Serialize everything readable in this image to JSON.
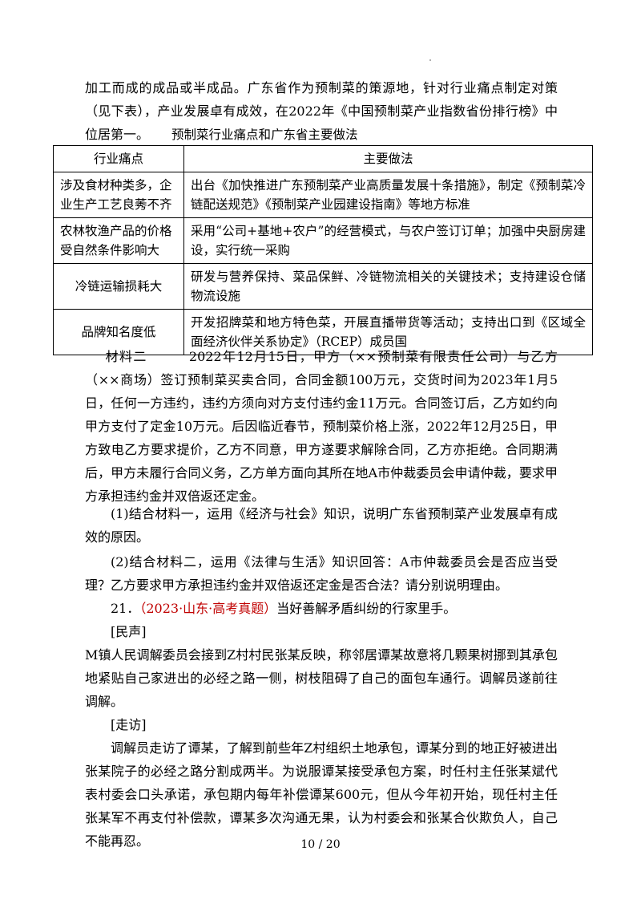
{
  "intro": {
    "text": "加工而成的成品或半成品。广东省作为预制菜的策源地，针对行业痛点制定对策（见下表），产业发展卓有成效，在2022年《中国预制菜产业指数省份排行榜》中位居第一。"
  },
  "table": {
    "caption": "预制菜行业痛点和广东省主要做法",
    "headers": [
      "行业痛点",
      "主要做法"
    ],
    "rows": [
      {
        "issue": "涉及食材种类多，企业生产工艺良莠不齐",
        "practice": "出台《加快推进广东预制菜产业高质量发展十条措施》，制定《预制菜冷链配送规范》《预制菜产业园建设指南》等地方标准"
      },
      {
        "issue": "农林牧渔产品的价格受自然条件影响大",
        "practice": "采用“公司+基地+农户”的经营模式，与农户签订订单；加强中央厨房建设，实行统一采购"
      },
      {
        "issue": "冷链运输损耗大",
        "practice": "研发与营养保持、菜品保鲜、冷链物流相关的关键技术；支持建设仓储物流设施"
      },
      {
        "issue": "品牌知名度低",
        "practice": "开发招牌菜和地方特色菜，开展直播带货等活动；支持出口到《区域全面经济伙伴关系协定》（RCEP）成员国"
      }
    ]
  },
  "material2": {
    "text": "材料二　　　2022年12月15日，甲方（××预制菜有限责任公司）与乙方（××商场）签订预制菜买卖合同，合同金额100万元，交货时间为2023年1月5日，任何一方违约，违约方须向对方支付违约金11万元。合同签订后，乙方如约向甲方支付了定金10万元。后因临近春节，预制菜价格上涨，2022年12月25日，甲方致电乙方要求提价，乙方不同意，甲方遂要求解除合同，乙方亦拒绝。合同期满后，甲方未履行合同义务，乙方单方面向其所在地A市仲裁委员会申请仲裁，要求甲方承担违约金并双倍返还定金。"
  },
  "questions": {
    "q1": "(1)结合材料一，运用《经济与社会》知识，说明广东省预制菜产业发展卓有成效的原因。",
    "q2": "(2)结合材料二，运用《法律与生活》知识回答：A市仲裁委员会是否应当受理？乙方要求甲方承担违约金并双倍返还定金是否合法？请分别说明理由。"
  },
  "q21": {
    "number": "21．",
    "source": "（2023·山东·高考真题）",
    "text": "当好善解矛盾纠纷的行家里手。",
    "source_color": "#c00000"
  },
  "minsheng": {
    "heading": "[民声]",
    "text": "M镇人民调解委员会接到Z村村民张某反映，称邻居谭某故意将几颗果树挪到其承包地紧贴自己家进出的必经之路一侧，树枝阻碍了自己的面包车通行。调解员遂前往调解。"
  },
  "zoufang": {
    "heading": "[走访]",
    "text": "调解员走访了谭某，了解到前些年Z村组织土地承包，谭某分到的地正好被进出张某院子的必经之路分割成两半。为说服谭某接受承包方案，时任村主任张某斌代表村委会口头承诺，承包期内每年补偿谭某600元，但从今年初开始，现任村主任张某军不再支付补偿款，谭某多次沟通无果，认为村委会和张某合伙欺负人，自己不能再忍。"
  },
  "footer": {
    "page": "10 / 20"
  }
}
